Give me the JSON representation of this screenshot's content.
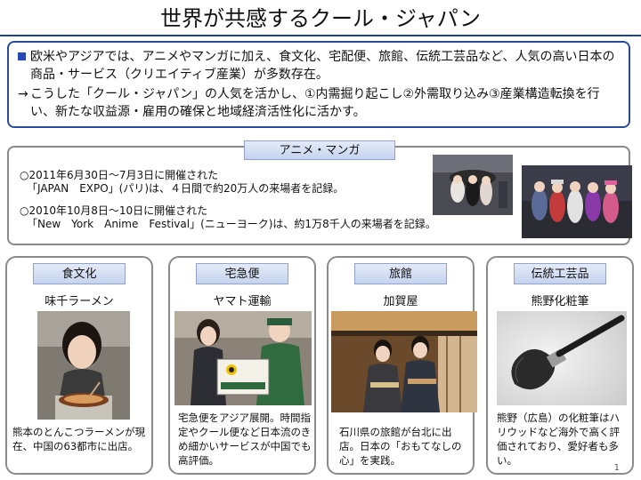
{
  "title": "世界が共感するクール・ジャパン",
  "summary": {
    "line1": "欧米やアジアでは、アニメやマンガに加え、食文化、宅配便、旅館、伝統工芸品など、人気の高い日本の商品・サービス（クリエイティブ産業）が多数存在。",
    "arrow": "→",
    "line2": "こうした「クール・ジャパン」の人気を活かし、①内需掘り起こし②外需取り込み③産業構造転換を行い、新たな収益源・雇用の確保と地域経済活性化に活かす。"
  },
  "anime": {
    "tab": "アニメ・マンガ",
    "event1_line1": "○2011年6月30日～7月3日に開催された",
    "event1_line2": "「JAPAN　EXPO」(パリ)は、４日間で約20万人の来場者を記録。",
    "event2_line1": "○2010年10月8日～10日に開催された",
    "event2_line2": "「New　York　Anime　Festival」(ニューヨーク)は、約1万8千人の来場者を記録。"
  },
  "categories": [
    {
      "tab": "食文化",
      "sub": "味千ラーメン",
      "caption": "熊本のとんこつラーメンが現在、中国の63都市に出店。"
    },
    {
      "tab": "宅急便",
      "sub": "ヤマト運輸",
      "caption": "宅急便をアジア展開。時間指定やクール便など日本流のきめ細かいサービスが中国でも高評価。"
    },
    {
      "tab": "旅館",
      "sub": "加賀屋",
      "caption": "石川県の旅館が台北に出店。日本の「おもてなしの心」を実践。"
    },
    {
      "tab": "伝統工芸品",
      "sub": "熊野化粧筆",
      "caption": "熊野（広島）の化粧筆はハリウッドなど海外で高く評価されており、愛好者も多い。"
    }
  ],
  "page_number": "1",
  "colors": {
    "accent": "#2a4d9b",
    "tab_fill": "#c5d3ee",
    "border": "#8a8a8a"
  }
}
